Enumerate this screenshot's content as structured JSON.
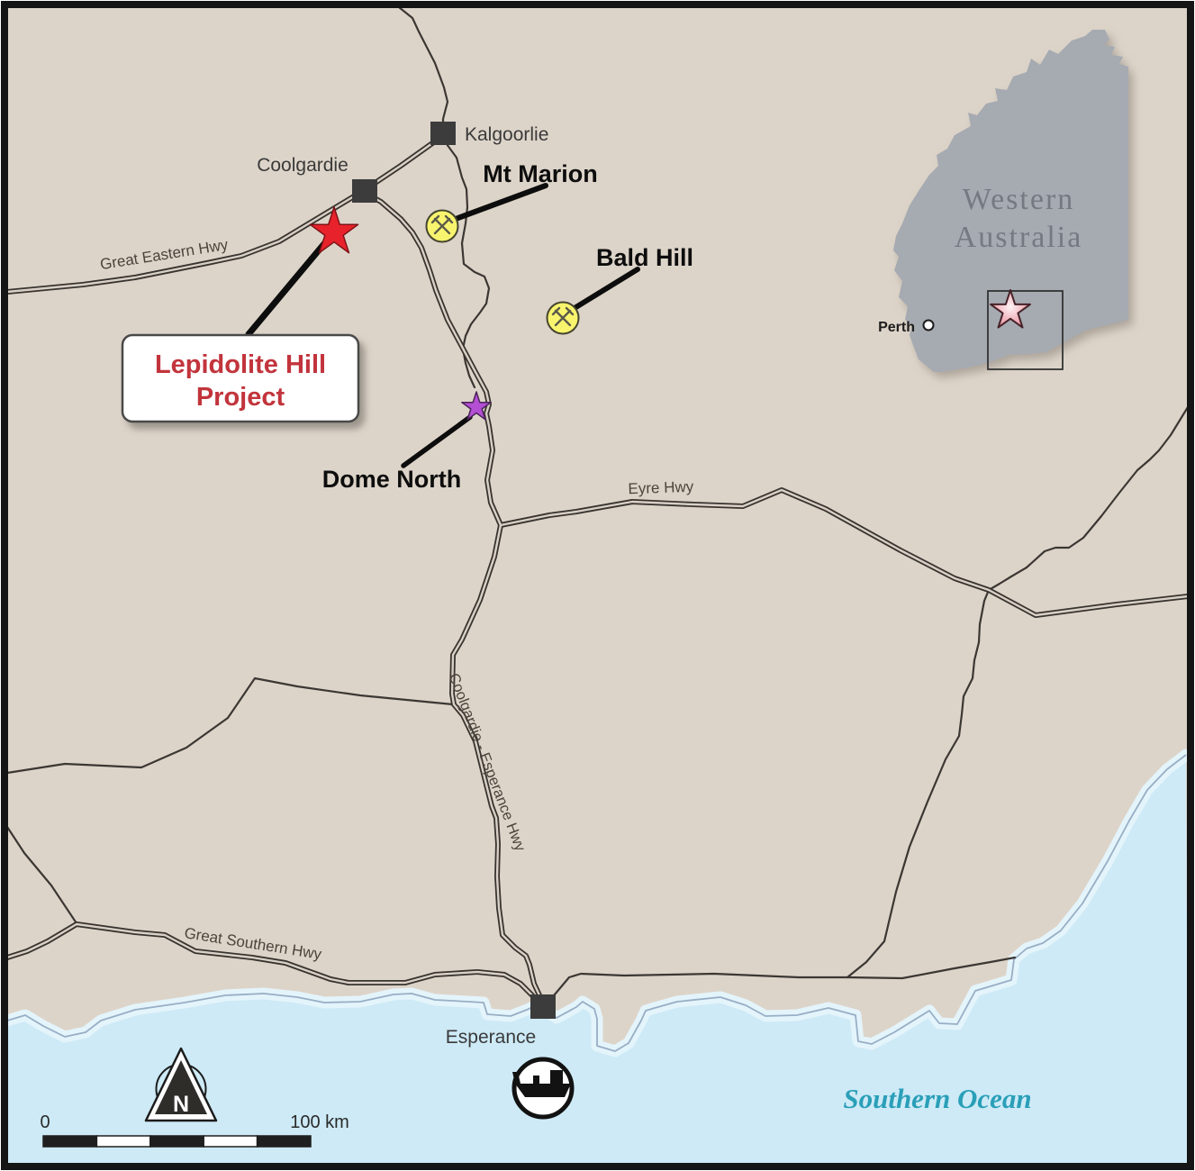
{
  "towns": {
    "kalgoorlie": "Kalgoorlie",
    "coolgardie": "Coolgardie",
    "esperance": "Esperance"
  },
  "mines": {
    "mt_marion": "Mt Marion",
    "bald_hill": "Bald Hill"
  },
  "prospects": {
    "dome_north": "Dome North"
  },
  "project": {
    "line1": "Lepidolite Hill",
    "line2": "Project"
  },
  "highways": {
    "great_eastern": "Great Eastern Hwy",
    "eyre": "Eyre Hwy",
    "coolgardie_esperance": "Coolgardie - Esperance Hwy",
    "great_southern": "Great Southern Hwy"
  },
  "ocean": {
    "label": "Southern Ocean"
  },
  "inset": {
    "region_line1": "Western",
    "region_line2": "Australia",
    "city": "Perth"
  },
  "scale_bar": {
    "start": "0",
    "end": "100 km"
  },
  "compass": {
    "label": "N"
  },
  "icons": {
    "mine": "crossed-hammers-mine-icon",
    "port": "ship-icon",
    "north": "north-arrow-icon",
    "project_marker": "red-star-icon",
    "prospect_marker": "purple-star-icon"
  },
  "colors": {
    "land": "#ddd4c9",
    "ocean": "#cdeaf6",
    "shallow_water": "#e4f4fb",
    "inset_land": "#a6aab1",
    "project_text": "#c2343c",
    "star_red": "#e8222b",
    "star_purple": "#b44fd4",
    "mine_yellow": "#f8f46e",
    "ocean_text": "#2a9fb8"
  }
}
